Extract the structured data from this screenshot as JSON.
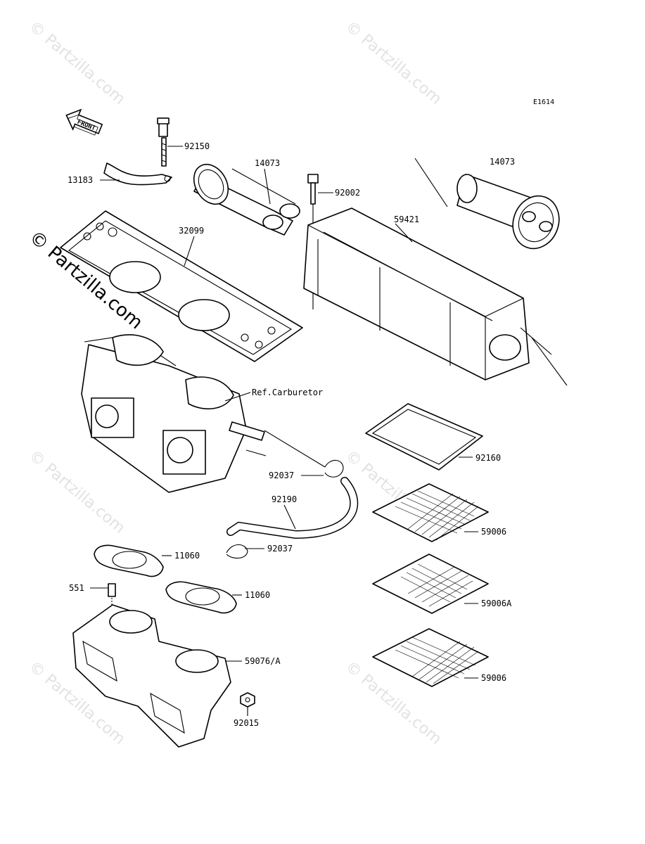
{
  "diagram_code": "E1614",
  "front_label": "FRONT",
  "watermark": "© Partzilla.com",
  "reference_label": "Ref.Carburetor",
  "callouts": [
    {
      "id": "92150",
      "text": "92150"
    },
    {
      "id": "13183",
      "text": "13183"
    },
    {
      "id": "14073a",
      "text": "14073"
    },
    {
      "id": "14073b",
      "text": "14073"
    },
    {
      "id": "92002",
      "text": "92002"
    },
    {
      "id": "32099",
      "text": "32099"
    },
    {
      "id": "59421",
      "text": "59421"
    },
    {
      "id": "92160",
      "text": "92160"
    },
    {
      "id": "92037a",
      "text": "92037"
    },
    {
      "id": "92190",
      "text": "92190"
    },
    {
      "id": "92037b",
      "text": "92037"
    },
    {
      "id": "59006a",
      "text": "59006"
    },
    {
      "id": "11060a",
      "text": "11060"
    },
    {
      "id": "551",
      "text": "551"
    },
    {
      "id": "11060b",
      "text": "11060"
    },
    {
      "id": "59006A",
      "text": "59006A"
    },
    {
      "id": "59076A",
      "text": "59076/A"
    },
    {
      "id": "59006b",
      "text": "59006"
    },
    {
      "id": "92015",
      "text": "92015"
    }
  ]
}
